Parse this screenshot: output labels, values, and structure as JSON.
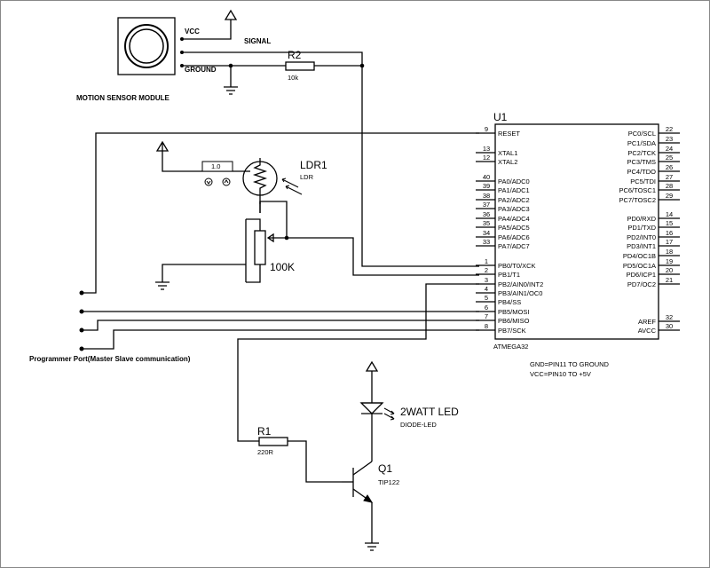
{
  "motion_sensor": {
    "label": "MOTION SENSOR MODULE",
    "pin_vcc": "VCC",
    "pin_signal": "SIGNAL",
    "pin_ground": "GROUND"
  },
  "r2": {
    "name": "R2",
    "value": "10k"
  },
  "ldr": {
    "name": "LDR1",
    "type": "LDR",
    "meter_value": "1.0"
  },
  "pot": {
    "value": "100K"
  },
  "mcu": {
    "ref": "U1",
    "part": "ATMEGA32",
    "left_pins": [
      {
        "num": "9",
        "name": "RESET"
      },
      {
        "num": "13",
        "name": "XTAL1"
      },
      {
        "num": "12",
        "name": "XTAL2"
      },
      {
        "num": "40",
        "name": "PA0/ADC0"
      },
      {
        "num": "39",
        "name": "PA1/ADC1"
      },
      {
        "num": "38",
        "name": "PA2/ADC2"
      },
      {
        "num": "37",
        "name": "PA3/ADC3"
      },
      {
        "num": "36",
        "name": "PA4/ADC4"
      },
      {
        "num": "35",
        "name": "PA5/ADC5"
      },
      {
        "num": "34",
        "name": "PA6/ADC6"
      },
      {
        "num": "33",
        "name": "PA7/ADC7"
      },
      {
        "num": "1",
        "name": "PB0/T0/XCK"
      },
      {
        "num": "2",
        "name": "PB1/T1"
      },
      {
        "num": "3",
        "name": "PB2/AIN0/INT2"
      },
      {
        "num": "4",
        "name": "PB3/AIN1/OC0"
      },
      {
        "num": "5",
        "name": "PB4/SS"
      },
      {
        "num": "6",
        "name": "PB5/MOSI"
      },
      {
        "num": "7",
        "name": "PB6/MISO"
      },
      {
        "num": "8",
        "name": "PB7/SCK"
      }
    ],
    "right_pins": [
      {
        "num": "22",
        "name": "PC0/SCL"
      },
      {
        "num": "23",
        "name": "PC1/SDA"
      },
      {
        "num": "24",
        "name": "PC2/TCK"
      },
      {
        "num": "25",
        "name": "PC3/TMS"
      },
      {
        "num": "26",
        "name": "PC4/TDO"
      },
      {
        "num": "27",
        "name": "PC5/TDI"
      },
      {
        "num": "28",
        "name": "PC6/TOSC1"
      },
      {
        "num": "29",
        "name": "PC7/TOSC2"
      },
      {
        "num": "14",
        "name": "PD0/RXD"
      },
      {
        "num": "15",
        "name": "PD1/TXD"
      },
      {
        "num": "16",
        "name": "PD2/INT0"
      },
      {
        "num": "17",
        "name": "PD3/INT1"
      },
      {
        "num": "18",
        "name": "PD4/OC1B"
      },
      {
        "num": "19",
        "name": "PD5/OC1A"
      },
      {
        "num": "20",
        "name": "PD6/ICP1"
      },
      {
        "num": "21",
        "name": "PD7/OC2"
      },
      {
        "num": "32",
        "name": "AREF"
      },
      {
        "num": "30",
        "name": "AVCC"
      }
    ]
  },
  "notes": {
    "gnd": "GND=PIN11  TO  GROUND",
    "vcc": "VCC=PIN10  TO  +5V"
  },
  "programmer": {
    "label": "Programmer Port(Master Slave communication)"
  },
  "r1": {
    "name": "R1",
    "value": "220R"
  },
  "led": {
    "name": "2WATT LED",
    "type": "DIODE-LED"
  },
  "q1": {
    "name": "Q1",
    "part": "TIP122"
  }
}
